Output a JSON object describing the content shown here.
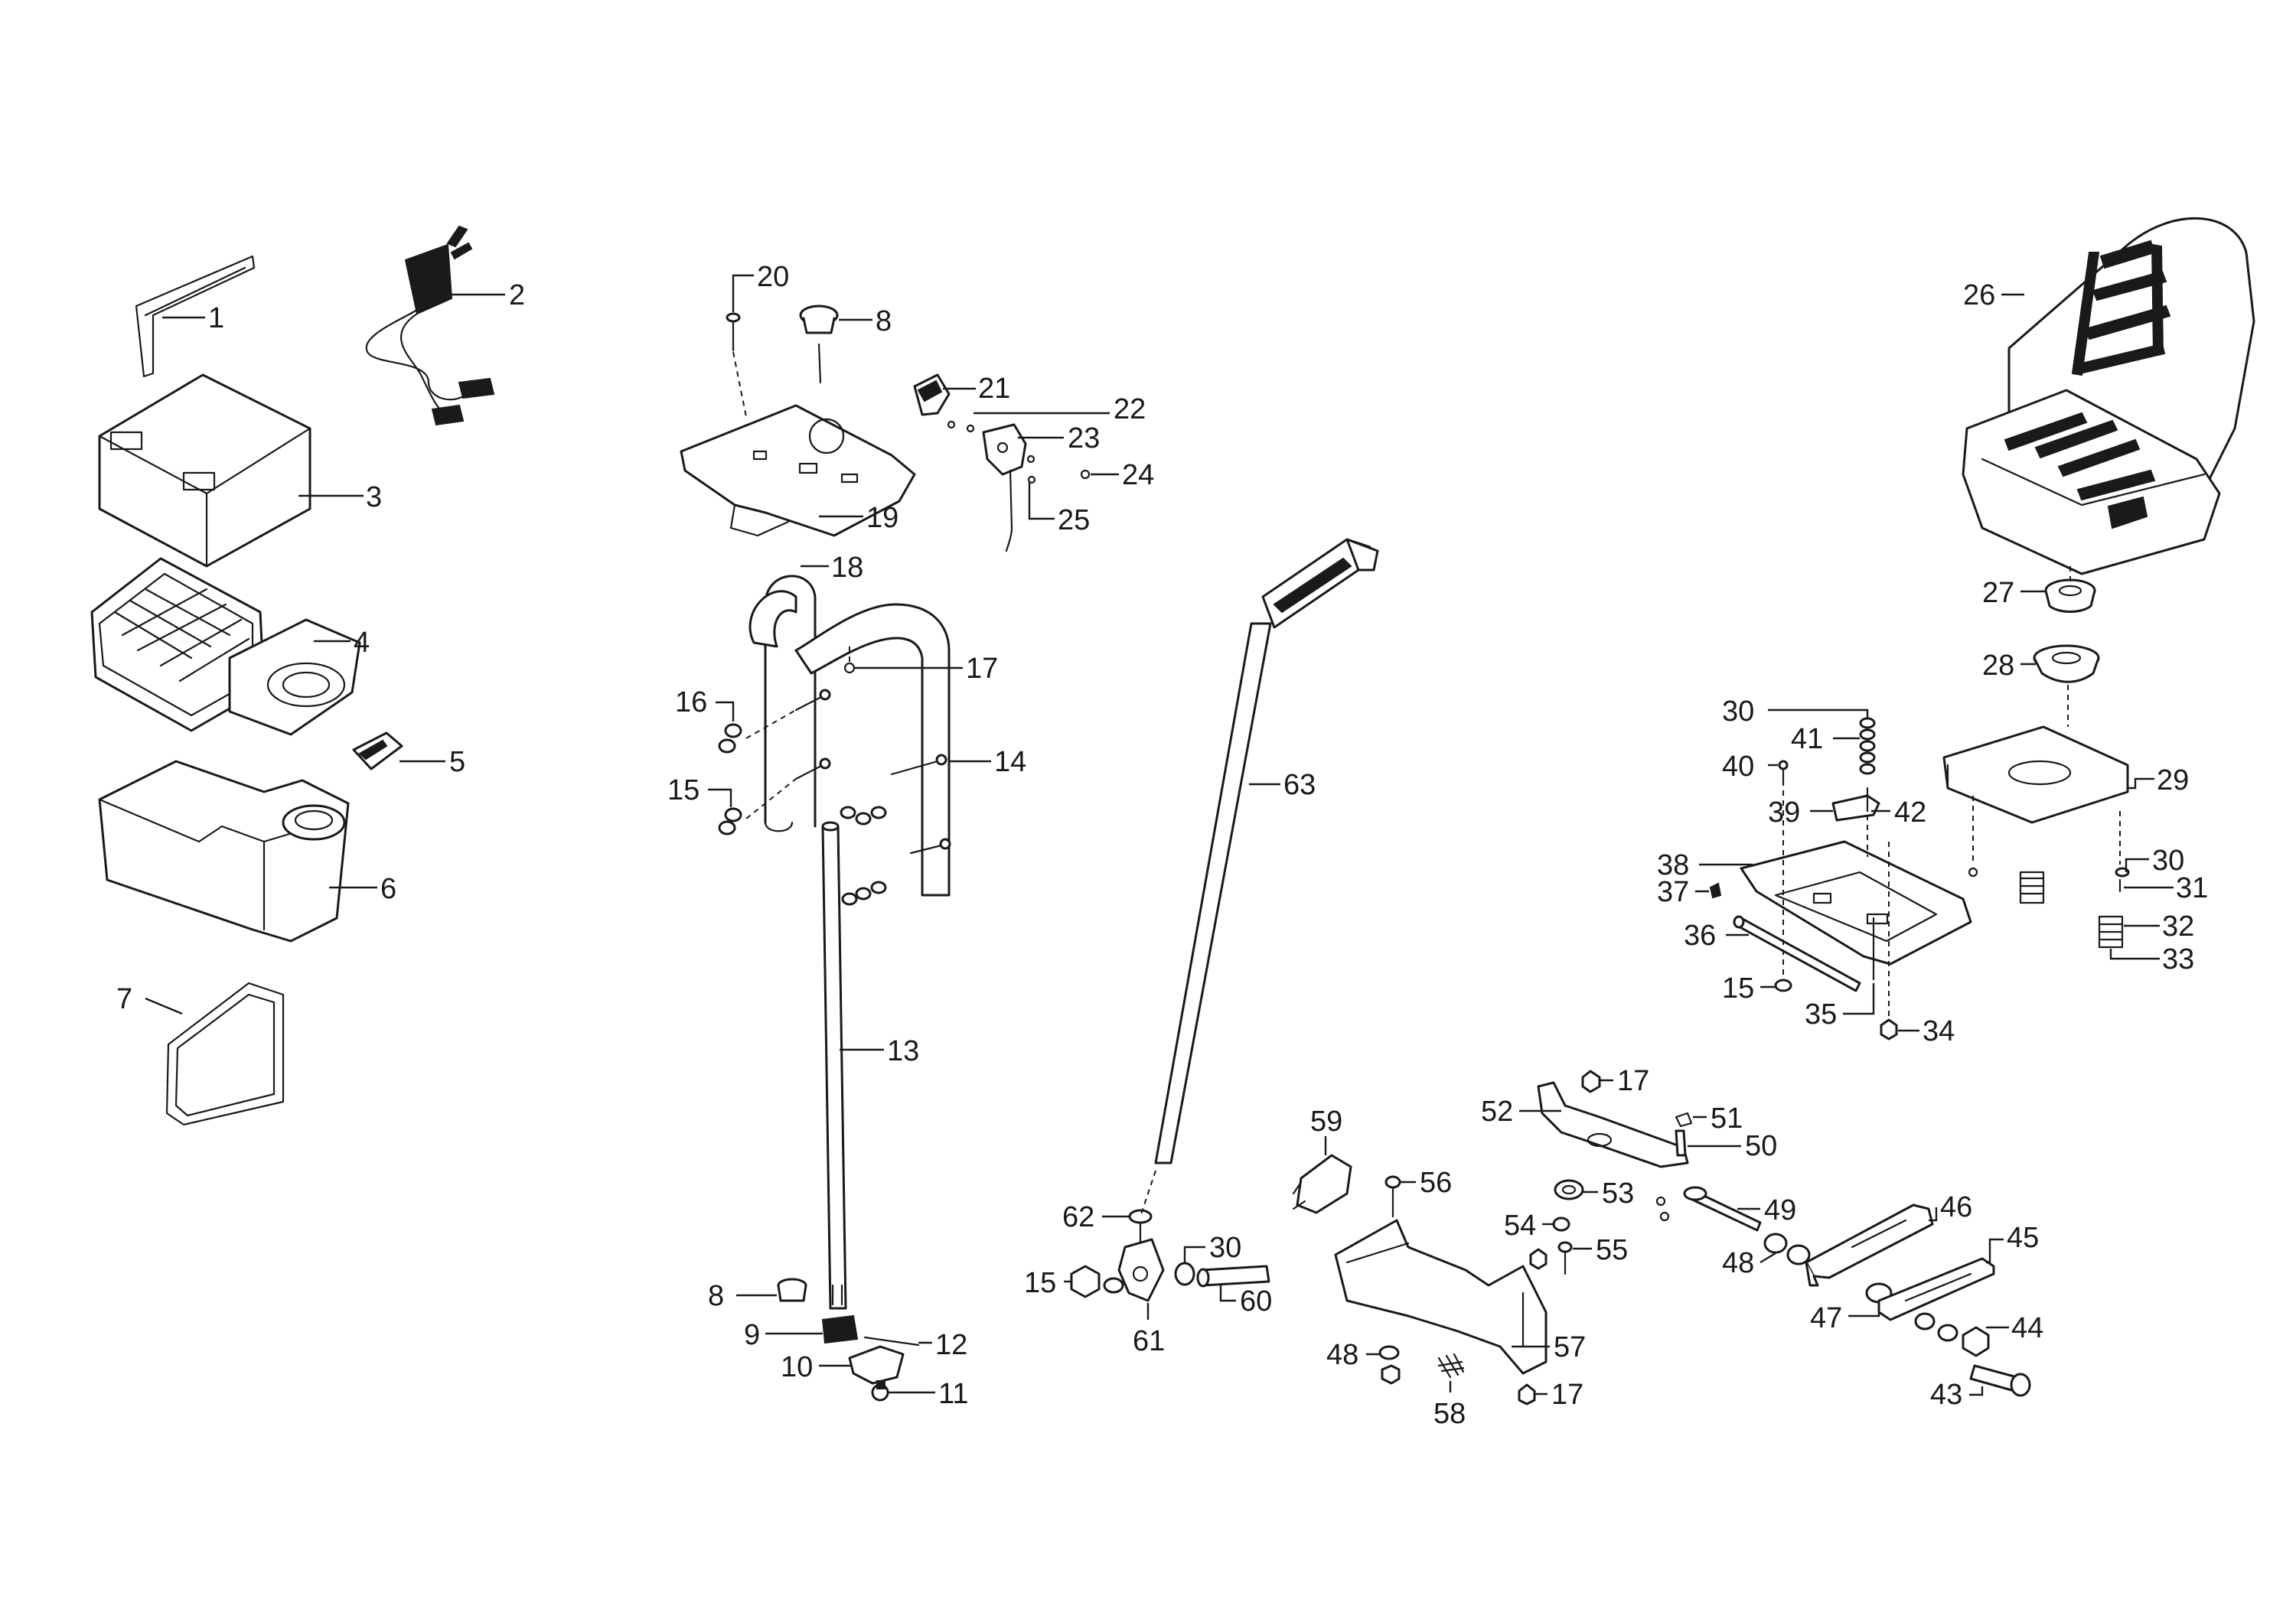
{
  "diagram": {
    "callouts": {
      "c1": "1",
      "c2": "2",
      "c3": "3",
      "c4": "4",
      "c5": "5",
      "c6": "6",
      "c7": "7",
      "c8": "8",
      "c8b": "8",
      "c9": "9",
      "c10": "10",
      "c11": "11",
      "c12": "12",
      "c13": "13",
      "c14": "14",
      "c15": "15",
      "c15b": "15",
      "c15c": "15",
      "c16": "16",
      "c17": "17",
      "c17b": "17",
      "c17c": "17",
      "c18": "18",
      "c19": "19",
      "c20": "20",
      "c21": "21",
      "c22": "22",
      "c23": "23",
      "c24": "24",
      "c25": "25",
      "c26": "26",
      "c27": "27",
      "c28": "28",
      "c29": "29",
      "c30": "30",
      "c30b": "30",
      "c30c": "30",
      "c31": "31",
      "c32": "32",
      "c33": "33",
      "c34": "34",
      "c35": "35",
      "c36": "36",
      "c37": "37",
      "c38": "38",
      "c39": "39",
      "c40": "40",
      "c41": "41",
      "c42": "42",
      "c43": "43",
      "c44": "44",
      "c45": "45",
      "c46": "46",
      "c47": "47",
      "c48": "48",
      "c48b": "48",
      "c49": "49",
      "c50": "50",
      "c51": "51",
      "c52": "52",
      "c53": "53",
      "c54": "54",
      "c55": "55",
      "c56": "56",
      "c57": "57",
      "c58": "58",
      "c59": "59",
      "c60": "60",
      "c61": "61",
      "c62": "62",
      "c63": "63"
    },
    "colors": {
      "line": "#1a1a1a",
      "background": "#ffffff"
    }
  }
}
